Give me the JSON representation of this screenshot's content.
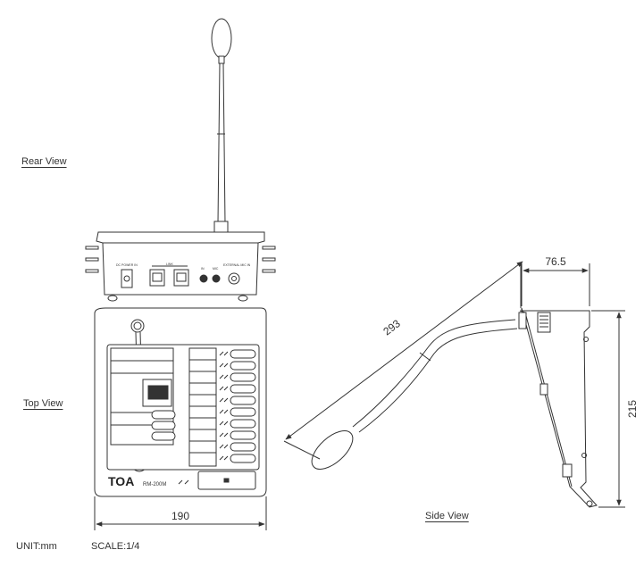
{
  "views": {
    "rear": "Rear View",
    "top": "Top View",
    "side": "Side View"
  },
  "dimensions": {
    "width": "190",
    "depth": "76.5",
    "height": "215",
    "gooseneck": "293"
  },
  "footer": {
    "unit": "UNIT:mm",
    "scale": "SCALE:1/4"
  },
  "device": {
    "brand": "TOA",
    "model": "RM-200M",
    "rear_labels": {
      "dc_power": "DC POWER IN",
      "link": "LINK",
      "input": "IN",
      "mic": "MIC",
      "external_mic": "EXTERNAL MIC IN"
    }
  },
  "colors": {
    "line": "#333333",
    "fill_light": "#f4f4f4",
    "fill_dark": "#555555"
  }
}
